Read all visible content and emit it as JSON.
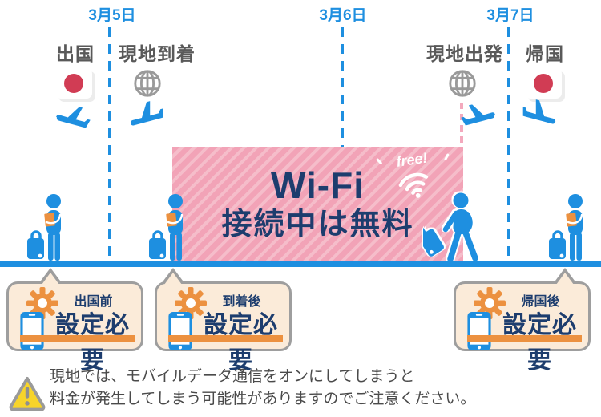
{
  "timeline": {
    "dates": [
      {
        "label": "3月5日"
      },
      {
        "label": "3月6日"
      },
      {
        "label": "3月7日"
      }
    ],
    "events": [
      {
        "label": "出国",
        "icon": "japan-flag",
        "plane": "takeoff-left"
      },
      {
        "label": "現地到着",
        "icon": "globe",
        "plane": "landing-left"
      },
      {
        "label": "現地出発",
        "icon": "globe",
        "plane": "takeoff-right"
      },
      {
        "label": "帰国",
        "icon": "japan-flag",
        "plane": "landing-right"
      }
    ]
  },
  "wifi_banner": {
    "title": "Wi-Fi",
    "subtitle": "接続中は無料",
    "free_label": "free!"
  },
  "callouts": [
    {
      "period": "出国前",
      "action": "設定必要"
    },
    {
      "period": "到着後",
      "action": "設定必要"
    },
    {
      "period": "帰国後",
      "action": "設定必要"
    }
  ],
  "warning": {
    "line1": "現地では、モバイルデータ通信をオンにしてしまうと",
    "line2": "料金が発生してしまう可能性がありますのでご注意ください。"
  },
  "colors": {
    "blue": "#1E8FE0",
    "navy": "#1D3D6E",
    "label_gray": "#595959",
    "pink": "#F2A3B7",
    "pink_stripe": "#F5BDCA",
    "pink_dash": "#F3A9BD",
    "orange": "#EC9140",
    "cream": "#FBEBD9",
    "bubble_border": "#9E9E9E",
    "warning_yellow": "#F7D42A",
    "warning_gray": "#8F8F8F",
    "flag_red": "#D13C54",
    "globe_gray": "#9A9A9A",
    "text_gray": "#4A4A4A",
    "shadow": "#ECECEC"
  }
}
